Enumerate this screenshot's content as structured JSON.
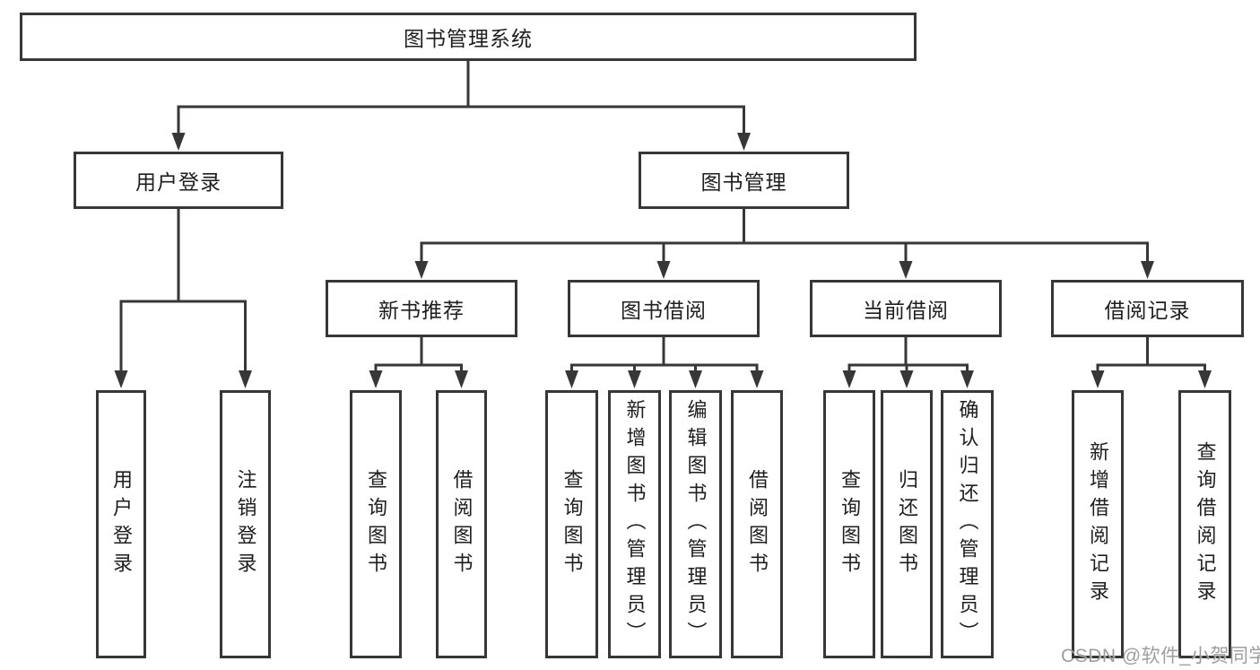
{
  "nodes": {
    "root": {
      "label": "图书管理系统"
    },
    "level2": [
      {
        "label": "用户登录"
      },
      {
        "label": "图书管理"
      }
    ],
    "level3": [
      {
        "label": "新书推荐"
      },
      {
        "label": "图书借阅"
      },
      {
        "label": "当前借阅"
      },
      {
        "label": "借阅记录"
      }
    ],
    "leaves": [
      {
        "label": "用户登录",
        "parent": "用户登录"
      },
      {
        "label": "注销登录",
        "parent": "用户登录"
      },
      {
        "label": "查询图书",
        "parent": "新书推荐"
      },
      {
        "label": "借阅图书",
        "parent": "新书推荐"
      },
      {
        "label": "查询图书",
        "parent": "图书借阅"
      },
      {
        "label": "新增图书（管理员）",
        "parent": "图书借阅"
      },
      {
        "label": "编辑图书（管理员）",
        "parent": "图书借阅"
      },
      {
        "label": "借阅图书",
        "parent": "图书借阅"
      },
      {
        "label": "查询图书",
        "parent": "当前借阅"
      },
      {
        "label": "归还图书",
        "parent": "当前借阅"
      },
      {
        "label": "确认归还（管理员）",
        "parent": "当前借阅"
      },
      {
        "label": "新增借阅记录",
        "parent": "借阅记录"
      },
      {
        "label": "查询借阅记录",
        "parent": "借阅记录"
      }
    ]
  },
  "watermark": {
    "text": "CSDN @软件_小贺同学",
    "color": "#969696"
  },
  "colors": {
    "line": "#373737",
    "text": "#1e1e1e",
    "background": "#ffffff"
  }
}
